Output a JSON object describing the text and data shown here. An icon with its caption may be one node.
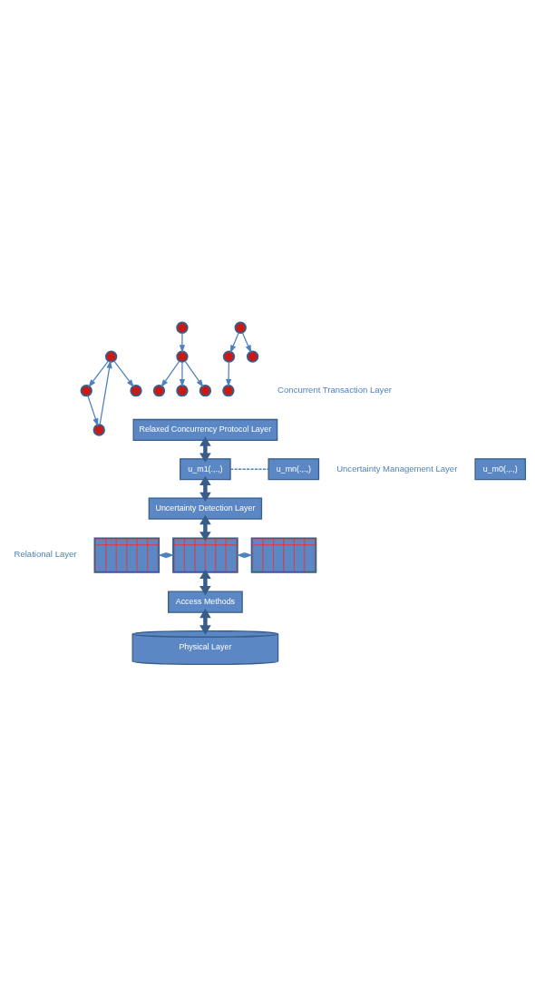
{
  "diagram": {
    "nodes": [
      {
        "text": [],
        "shape": "circle"
      },
      {
        "text": [],
        "shape": "circle"
      },
      {
        "text": [],
        "shape": "circle"
      },
      {
        "text": [],
        "shape": "circle"
      },
      {
        "text": [],
        "shape": "circle"
      },
      {
        "text": [],
        "shape": "circle"
      },
      {
        "text": [],
        "shape": "circle"
      },
      {
        "text": [],
        "shape": "circle"
      },
      {
        "text": [],
        "shape": "circle"
      },
      {
        "text": [],
        "shape": "circle"
      },
      {
        "text": [],
        "shape": "circle"
      },
      {
        "text": [],
        "shape": "circle"
      },
      {
        "text": [],
        "shape": "circle"
      },
      {
        "text": [
          "Relaxed Concurrency Protocol Layer"
        ]
      },
      {
        "text": [
          "u_m0(.,.,)"
        ]
      },
      {
        "text": [
          "u_m1(.,.,)"
        ]
      },
      {
        "text": [
          "u_mn(.,.,)"
        ]
      },
      {
        "text": [
          "Uncertainty Detection Layer"
        ]
      },
      {
        "text": [],
        "shape": "table"
      },
      {
        "text": [],
        "shape": "table"
      },
      {
        "text": [],
        "shape": "table"
      },
      {
        "text": [
          "Access Methods"
        ]
      },
      {
        "text": [
          "Physical Layer"
        ]
      }
    ],
    "edges": [
      {
        "from": 0,
        "to": 1,
        "arrow": "to"
      },
      {
        "from": 0,
        "to": 3,
        "arrow": "to"
      },
      {
        "from": 3,
        "to": 2,
        "arrow": "to"
      },
      {
        "from": 2,
        "to": 0,
        "arrow": "to"
      },
      {
        "from": 4,
        "to": 5,
        "arrow": "to"
      },
      {
        "from": 5,
        "to": 6,
        "arrow": "to"
      },
      {
        "from": 5,
        "to": 7,
        "arrow": "to"
      },
      {
        "from": 5,
        "to": 8,
        "arrow": "to"
      },
      {
        "from": 12,
        "to": 10,
        "arrow": "to"
      },
      {
        "from": 12,
        "to": 9,
        "arrow": "to"
      },
      {
        "from": 9,
        "to": 11,
        "arrow": "to"
      },
      {
        "from": 15,
        "to": 16,
        "arrow": "none",
        "style": "dashed"
      },
      {
        "from": 13,
        "to": 15,
        "arrow": "both",
        "style": "thick"
      },
      {
        "from": 15,
        "to": 17,
        "arrow": "both",
        "style": "thick"
      },
      {
        "from": 17,
        "to": 19,
        "arrow": "both",
        "style": "thick"
      },
      {
        "from": 18,
        "to": 19,
        "arrow": "both"
      },
      {
        "from": 19,
        "to": 20,
        "arrow": "both"
      },
      {
        "from": 19,
        "to": 21,
        "arrow": "both",
        "style": "thick"
      },
      {
        "from": 21,
        "to": 22,
        "arrow": "both",
        "style": "thick"
      }
    ],
    "labels": [
      "Concurrent Transaction Layer",
      "Uncertainty Management Layer",
      "Relational Layer"
    ]
  }
}
